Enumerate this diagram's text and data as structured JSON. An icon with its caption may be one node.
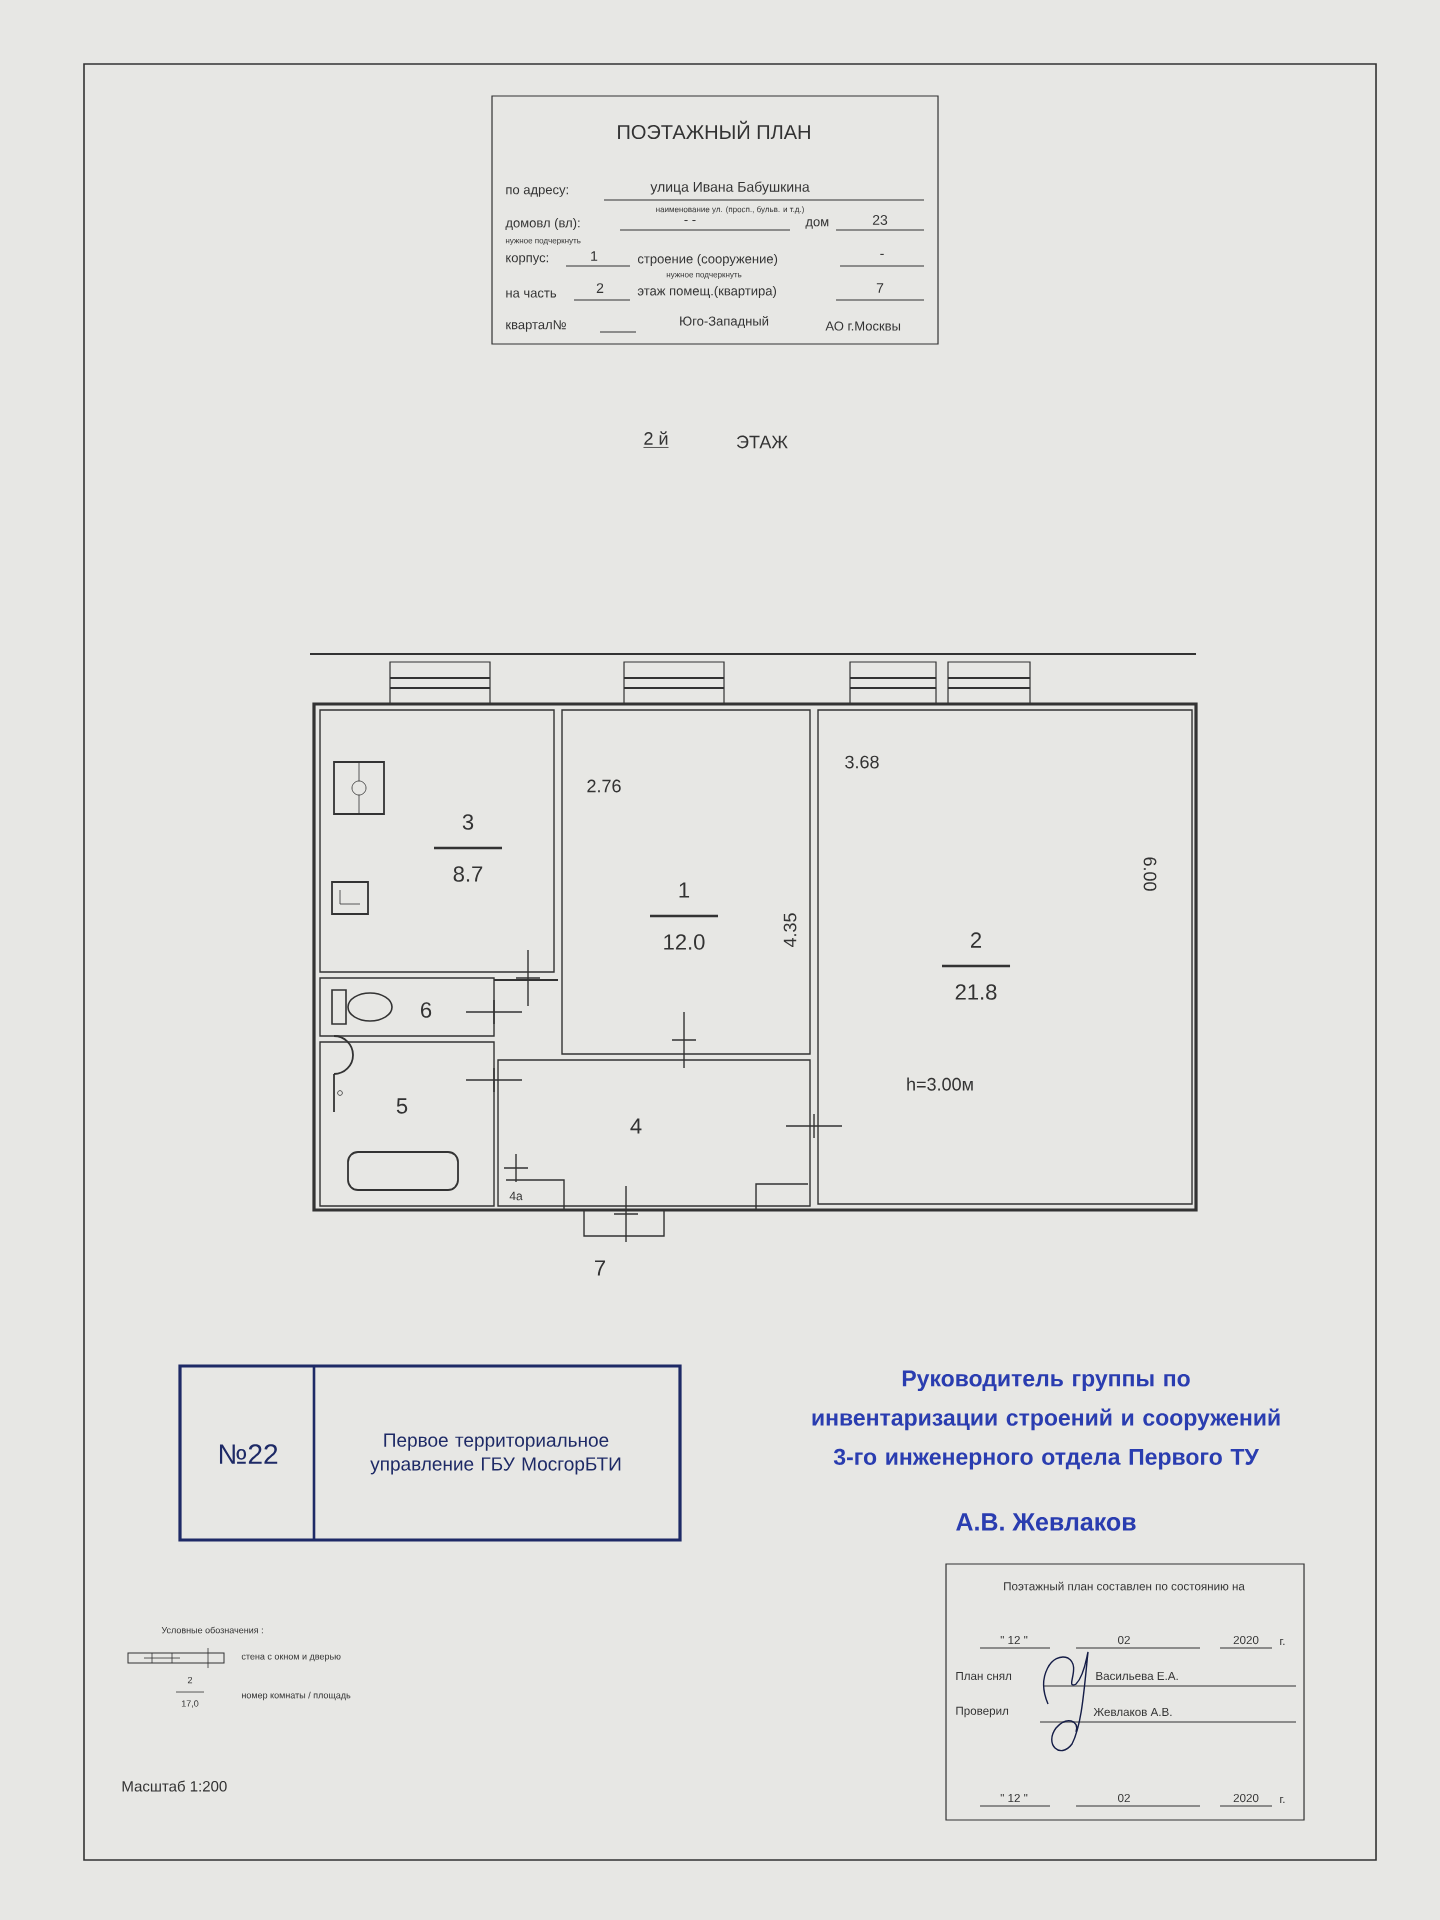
{
  "diagram": {
    "nodes": [
      {
        "text": [
          "ПОЭТАЖНЫЙ ПЛАН",
          "по адресу:",
          "улица Ивана Бабушкина",
          "наименование ул. (просп., бульв. и т.д.)",
          "домовл (вл):",
          "- -",
          "дом",
          "23",
          "нужное подчеркнуть",
          "корпус:",
          "1",
          "строение (сооружение)",
          "-",
          "нужное подчеркнуть",
          "на часть",
          "2",
          "этаж помещ.(квартира)",
          "7",
          "квартал№",
          "Юго-Западный",
          "АО г.Москвы"
        ]
      },
      {
        "text": [
          "3",
          "8.7"
        ]
      },
      {
        "text": [
          "1",
          "12.0"
        ]
      },
      {
        "text": [
          "2",
          "21.8"
        ]
      },
      {
        "text": [
          "6"
        ]
      },
      {
        "text": [
          "5"
        ]
      },
      {
        "text": [
          "4"
        ]
      },
      {
        "text": [
          "№22",
          "Первое территориальное управление ГБУ МосгорБТИ"
        ]
      },
      {
        "text": [
          "Поэтажный план составлен по состоянию на",
          "\" 12 \"",
          "02",
          "2020",
          "г.",
          "План снял",
          "Васильева Е.А.",
          "Проверил",
          "Жевлаков А.В.",
          "\" 12 \"",
          "02",
          "2020",
          "г."
        ]
      }
    ],
    "labels": [
      "2 й",
      "ЭТАЖ",
      "2.76",
      "3.68",
      "4.35",
      "6.00",
      "h=3.00м",
      "4а",
      "7",
      "Руководитель группы по инвентаризации строений и сооружений 3-го инженерного отдела Первого ТУ",
      "А.В. Жевлаков",
      "Условные обозначения :",
      "2",
      "17,0",
      "Масштаб 1:200"
    ],
    "legend": [
      {
        "text": "стена с окном и дверью"
      },
      {
        "text": "номер комнаты / площадь"
      }
    ]
  }
}
